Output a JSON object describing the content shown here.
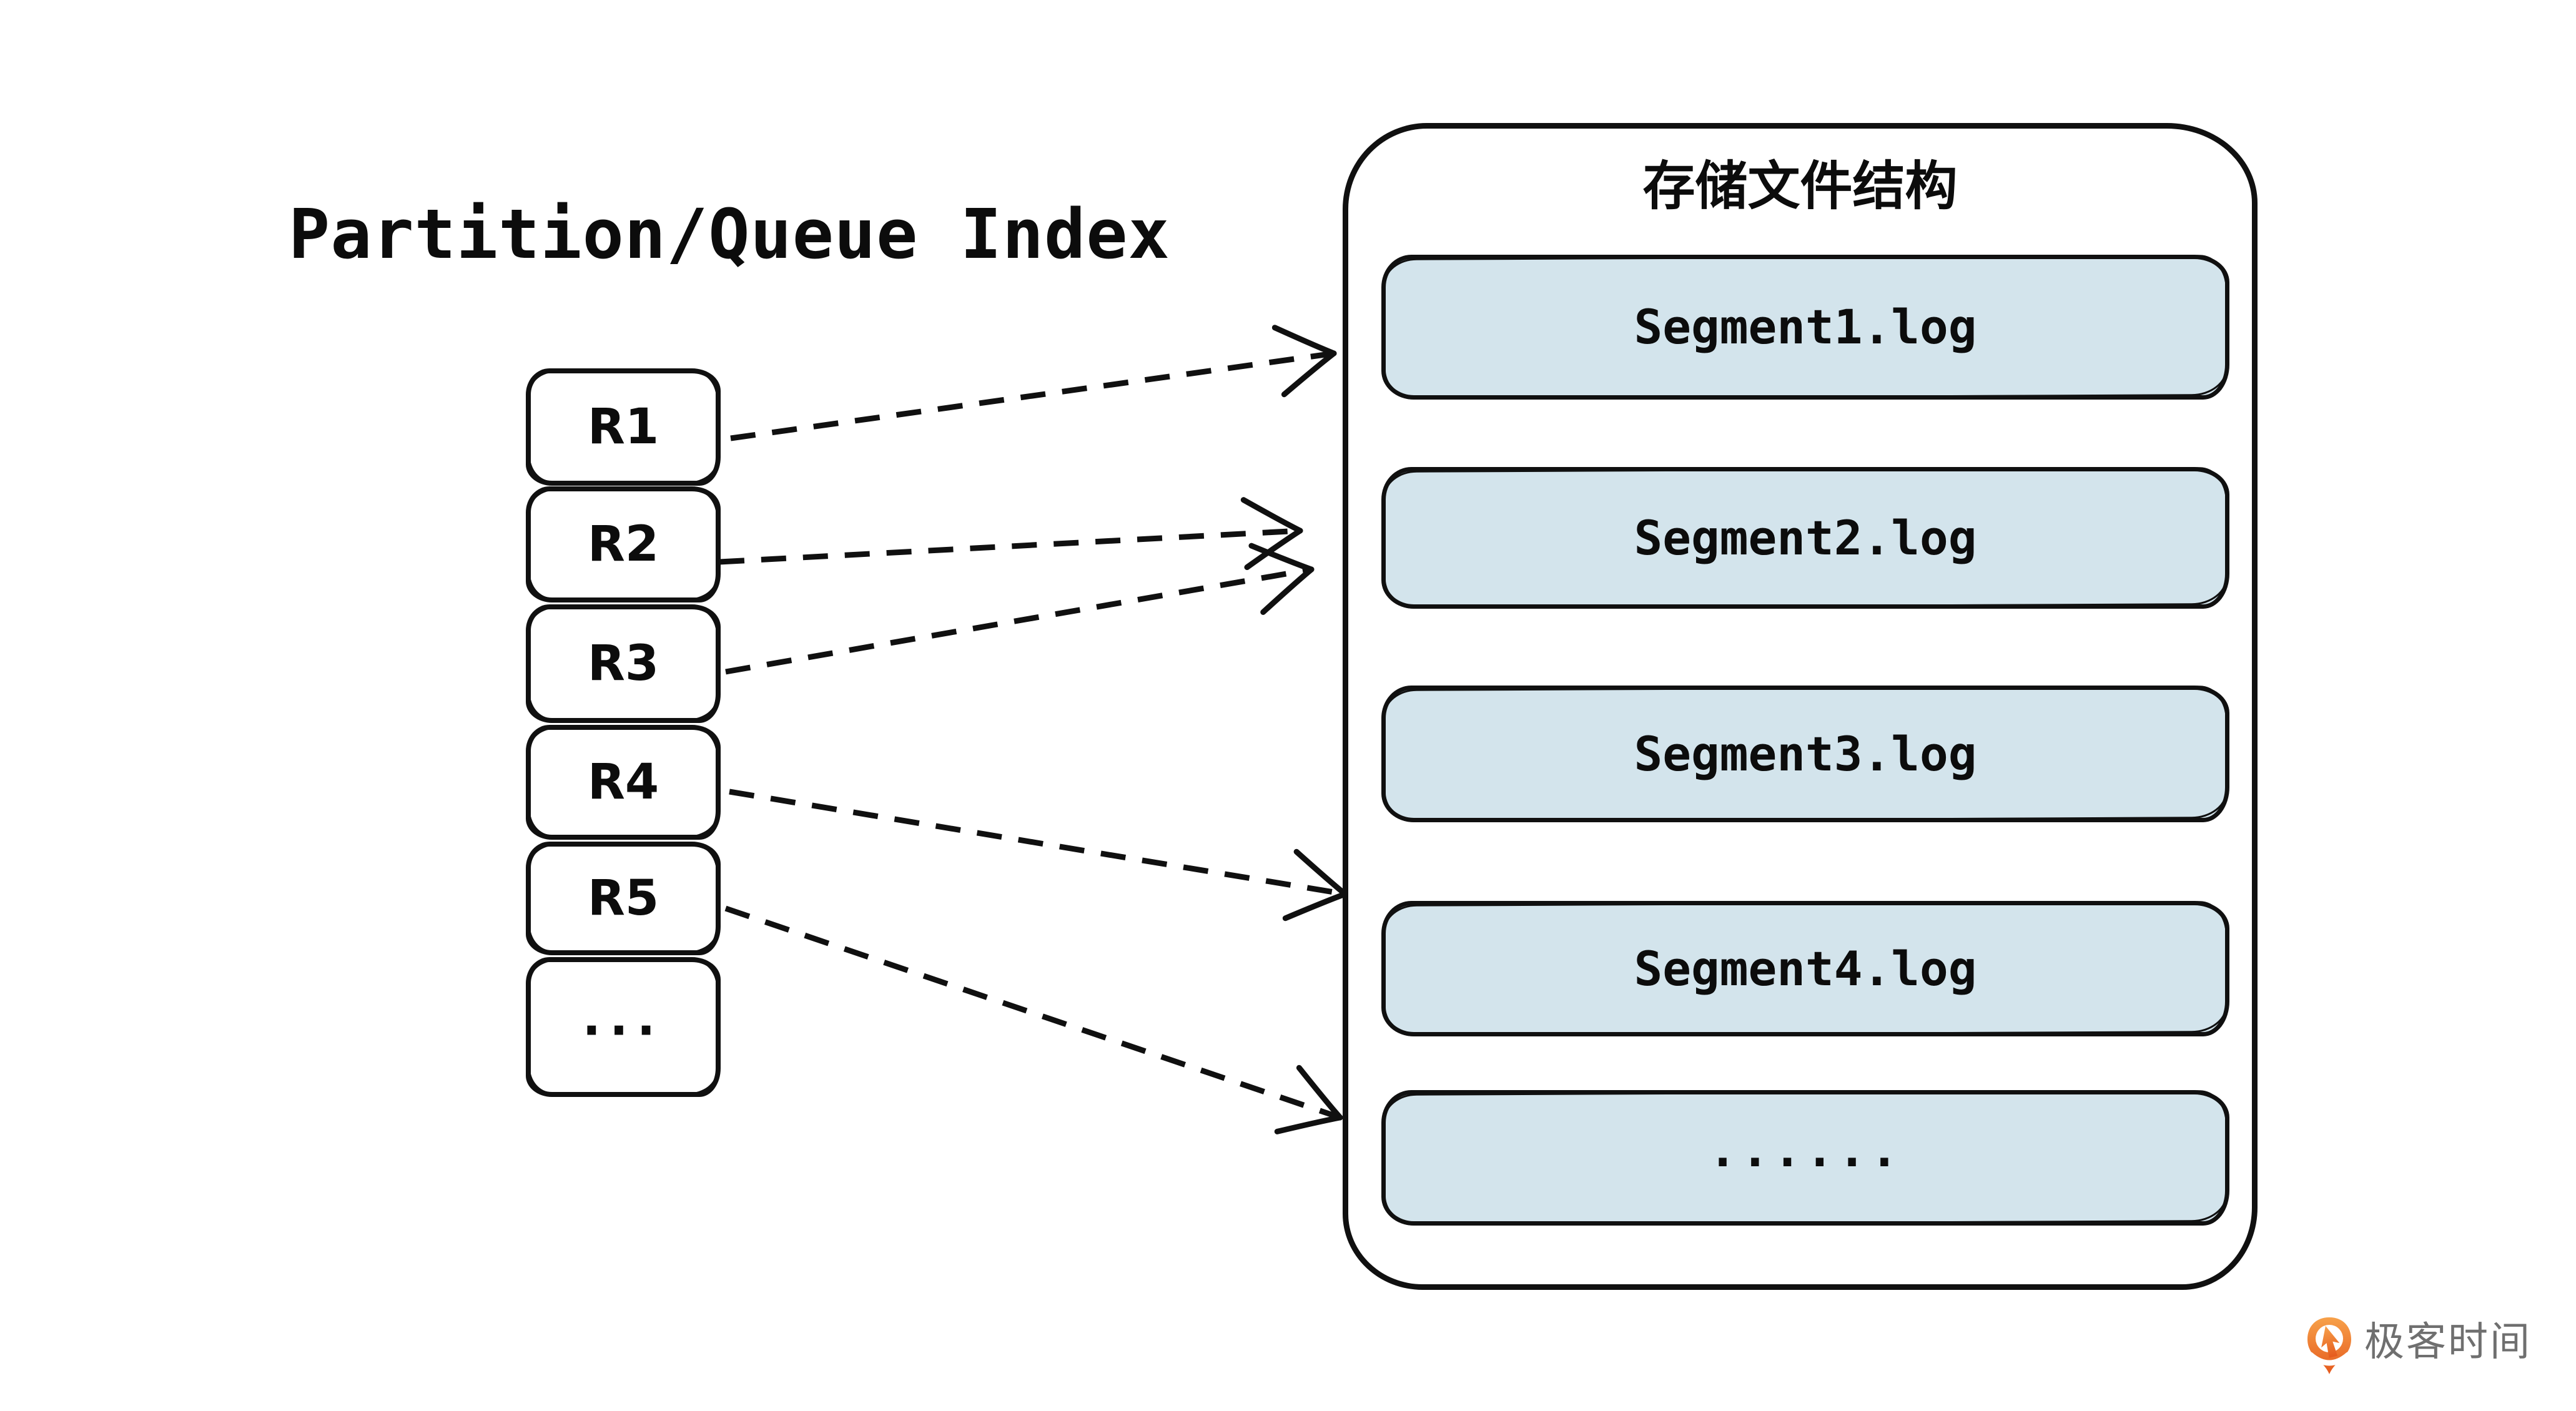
{
  "diagram": {
    "index_title": "Partition/Queue Index",
    "index_items": [
      "R1",
      "R2",
      "R3",
      "R4",
      "R5",
      "..."
    ],
    "storage": {
      "title": "存储文件结构",
      "segments": [
        "Segment1.log",
        "Segment2.log",
        "Segment3.log",
        "Segment4.log",
        "......"
      ]
    },
    "colors": {
      "segment_fill": "#d3e4ec",
      "line_ink": "#101010",
      "logo_orange_light": "#f7a14a",
      "logo_orange_dark": "#e55a1d",
      "logo_text_gray": "#6f6f6f"
    },
    "branding": {
      "logo_text": "极客时间"
    }
  }
}
